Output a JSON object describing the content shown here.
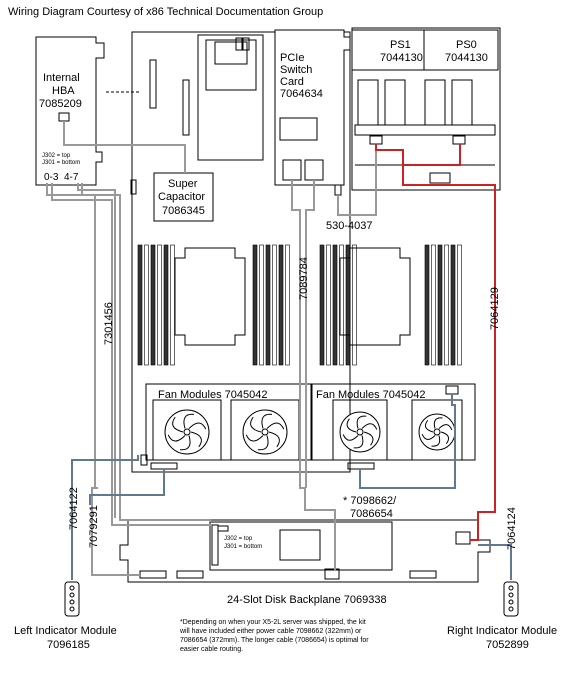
{
  "title": "Wiring Diagram Courtesy of x86 Technical Documentation Group",
  "hba": {
    "line1": "Internal",
    "line2": "HBA",
    "part": "7085209",
    "j302": "J302 = top",
    "j301": "J301 = bottom",
    "port_a": "0-3",
    "port_b": "4-7"
  },
  "pcie": {
    "line1": "PCIe",
    "line2": "Switch",
    "line3": "Card",
    "part": "7064634"
  },
  "ps1": {
    "name": "PS1",
    "part": "7044130"
  },
  "ps0": {
    "name": "PS0",
    "part": "7044130"
  },
  "supercap": {
    "line1": "Super",
    "line2": "Capacitor",
    "part": "7086345"
  },
  "cables": {
    "c1": "530-4037",
    "c2": "7089784",
    "c3": "7301456",
    "c4": "7064129",
    "c5": "7064122",
    "c6": "7079291",
    "c7": "7064124",
    "c8a": "* 7098662/",
    "c8b": "7086654"
  },
  "fans_left": "Fan Modules 7045042",
  "fans_right": "Fan Modules 7045042",
  "backplane": {
    "label": "24-Slot Disk Backplane 7069338",
    "j302": "J302 = top",
    "j301": "J301 = bottom"
  },
  "left_indicator": {
    "line1": "Left Indicator Module",
    "part": "7096185"
  },
  "right_indicator": {
    "line1": "Right Indicator Module",
    "part": "7052899"
  },
  "footnote": [
    "*Depending on when your X5-2L server was shipped, the kit",
    "will have included either power cable 7098662 (322mm) or",
    "7086654 (372mm). The longer cable (7086654) is optimal for",
    "easier cable routing."
  ]
}
